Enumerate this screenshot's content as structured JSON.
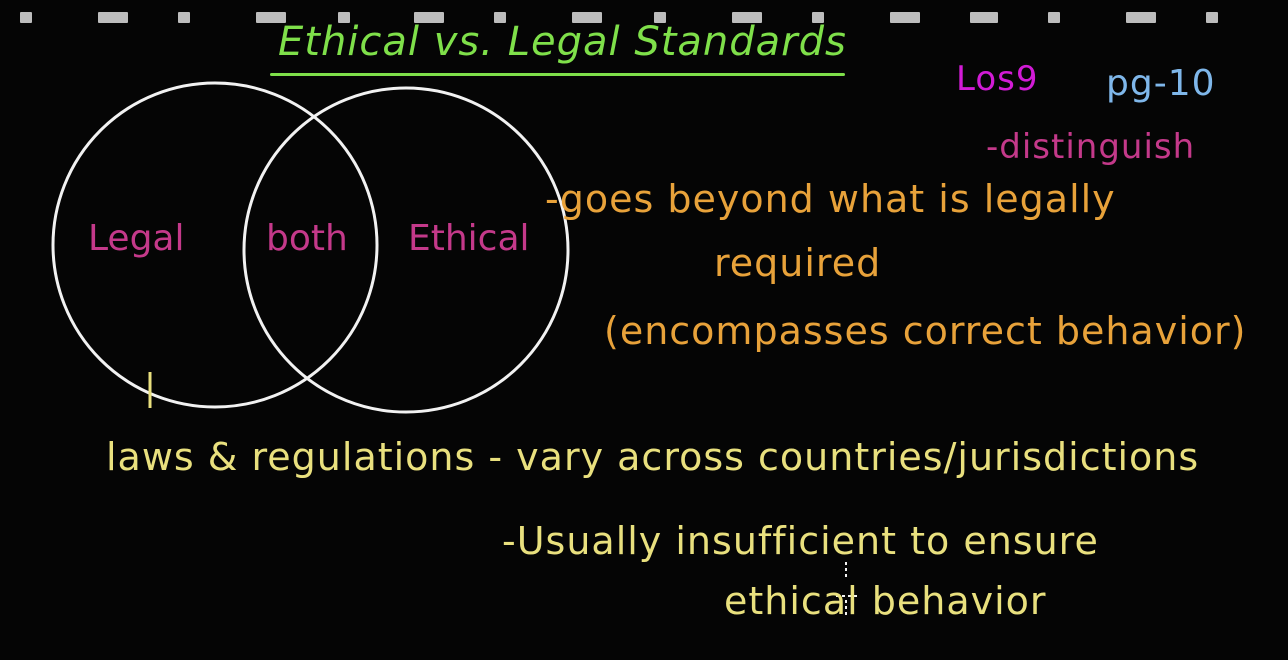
{
  "title": "Ethical vs. Legal Standards",
  "tag": "Los9",
  "page_ref": "pg-10",
  "distinguish_note": "-distinguish",
  "venn": {
    "left_label": "Legal",
    "center_label": "both",
    "right_label": "Ethical"
  },
  "ethical_notes": {
    "line1": "-goes beyond what is legally",
    "line2": "required",
    "line3": "(encompasses correct behavior)"
  },
  "legal_notes": {
    "line1": "laws & regulations - vary across countries/jurisdictions",
    "line2": "-Usually insufficient to ensure",
    "line3": "ethical behavior"
  },
  "colors": {
    "background": "#050505",
    "title": "#7fe04a",
    "magenta": "#c4398a",
    "purple": "#d21bd6",
    "blue": "#7fb7ea",
    "orange": "#e8a23a",
    "yellow": "#e9e07e",
    "circle": "#f2f2f2"
  }
}
